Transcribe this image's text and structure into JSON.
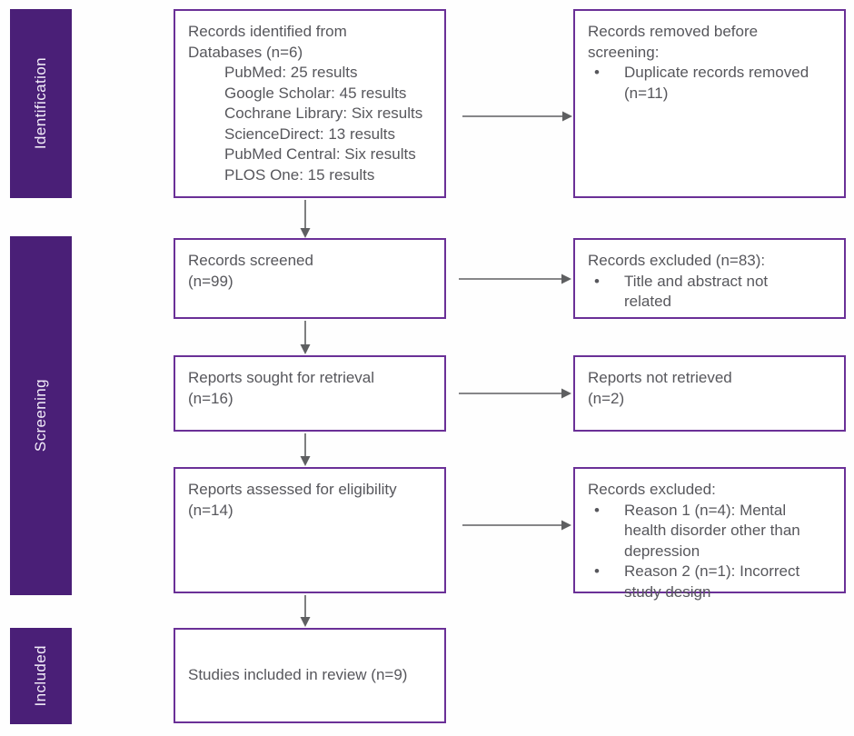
{
  "diagram": {
    "title": "PRISMA flow diagram",
    "stages": [
      {
        "label": "Identification"
      },
      {
        "label": "Screening"
      },
      {
        "label": "Included"
      }
    ],
    "boxes": {
      "identified": {
        "l1": "Records identified from",
        "l2": "Databases (n=6)",
        "sources": [
          "PubMed: 25 results",
          "Google Scholar: 45 results",
          "Cochrane Library: Six results",
          "ScienceDirect: 13 results",
          "PubMed Central: Six results",
          "PLOS One: 15 results"
        ]
      },
      "removed": {
        "l1": "Records removed before",
        "l2": "screening:",
        "bullet_char": "•",
        "bullets": [
          "Duplicate records removed (n=11)"
        ]
      },
      "screened": {
        "l1": "Records screened",
        "l2": "(n=99)"
      },
      "excluded_screening": {
        "l1": "Records excluded (n=83):",
        "bullet_char": "•",
        "bullets": [
          "Title and abstract not related"
        ]
      },
      "sought": {
        "l1": "Reports sought for retrieval",
        "l2": "(n=16)"
      },
      "not_retrieved": {
        "l1": "Reports not retrieved",
        "l2": "(n=2)"
      },
      "assessed": {
        "l1": "Reports assessed for eligibility",
        "l2": "(n=14)"
      },
      "excluded_eligibility": {
        "l1": "Records excluded:",
        "bullet_char": "•",
        "bullets": [
          "Reason 1 (n=4): Mental health disorder other than depression",
          "Reason 2 (n=1): Incorrect study design"
        ]
      },
      "included": {
        "l1": "Studies included in review (n=9)"
      }
    },
    "colors": {
      "stage_bar": "#4a1f77",
      "box_border": "#6a3097",
      "text": "#57575c",
      "arrow": "#5e5f61"
    }
  }
}
